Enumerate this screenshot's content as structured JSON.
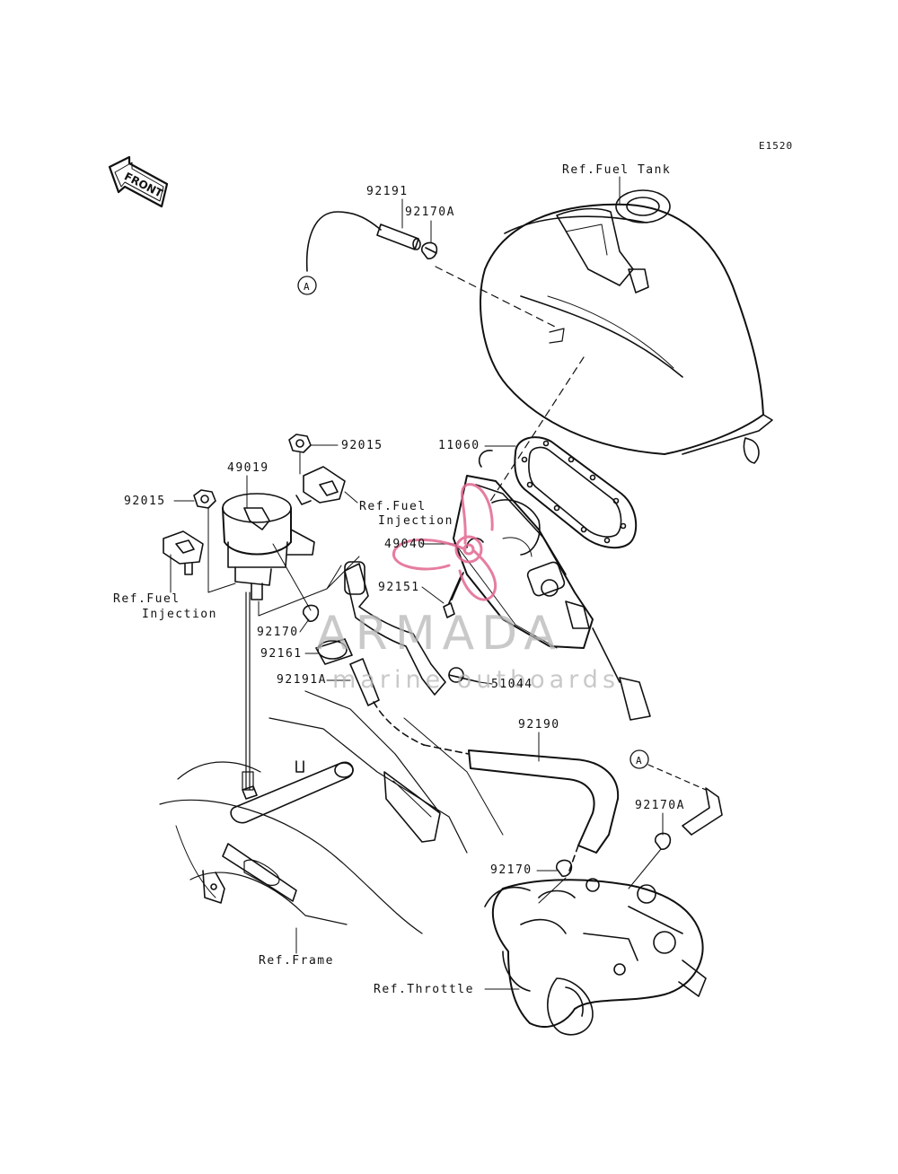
{
  "diagram_id": "E1520",
  "front_label": "FRONT",
  "connector_marker": "A",
  "watermark": {
    "brand": "ARMADA",
    "tagline": "marine outboards",
    "logo_color": "#e2678f"
  },
  "labels": {
    "ref_fuel_tank": "Ref.Fuel Tank",
    "p92191": "92191",
    "p92170A_top": "92170A",
    "p92015_right": "92015",
    "p49019": "49019",
    "p92015_left": "92015",
    "ref_fuel_injection_right_1": "Ref.Fuel",
    "ref_fuel_injection_right_2": "Injection",
    "ref_fuel_injection_left_1": "Ref.Fuel",
    "ref_fuel_injection_left_2": "Injection",
    "p11060": "11060",
    "p49040": "49040",
    "p92151": "92151",
    "p92170_mid": "92170",
    "p92161": "92161",
    "p92191A": "92191A",
    "p51044": "51044",
    "p92190": "92190",
    "p92170A_bottom": "92170A",
    "p92170_bottom": "92170",
    "ref_frame": "Ref.Frame",
    "ref_throttle": "Ref.Throttle"
  }
}
